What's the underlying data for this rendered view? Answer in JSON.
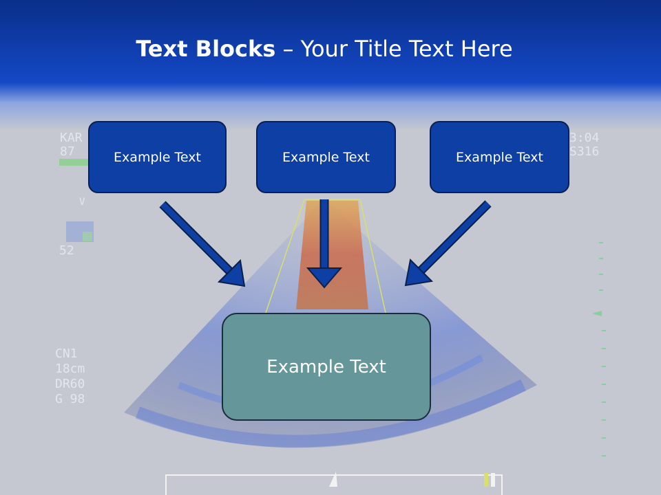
{
  "slide": {
    "title_bold": "Text Blocks",
    "title_dash": " – ",
    "title_rest": "Your Title Text Here"
  },
  "blocks": [
    "Example Text",
    "Example Text",
    "Example Text"
  ],
  "target": {
    "label": "Example Text"
  },
  "monitor_overlay": {
    "top_left": [
      "KAR",
      "87"
    ],
    "top_right": [
      "3:04",
      "S316"
    ],
    "scale_bottom": "52",
    "scale_mid": "V",
    "settings": [
      "CN1",
      "18cm",
      "DR60",
      "G 98"
    ]
  },
  "colors": {
    "header_top": "#0a2f8a",
    "header_mid": "#1448c6",
    "box_fill": "#0d3fa4",
    "target_fill": "#65969a",
    "arrow": "#0d3fa4",
    "background": "#c5c8d0"
  },
  "icons": [
    "arrow-down-right-icon",
    "arrow-down-icon",
    "arrow-down-left-icon"
  ]
}
